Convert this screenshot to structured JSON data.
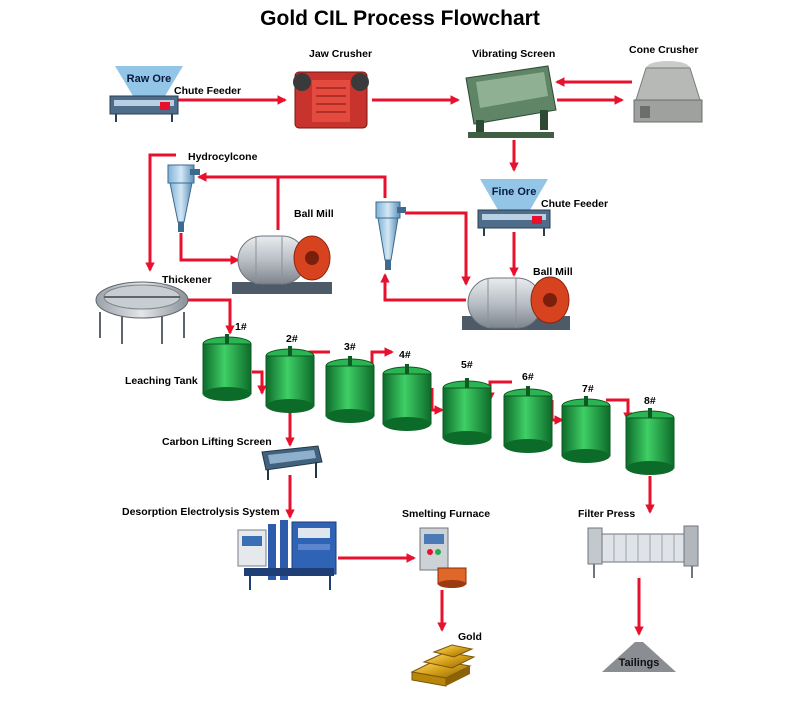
{
  "title": "Gold CIL Process Flowchart",
  "colors": {
    "flow_arrow": "#e8112d",
    "hopper": "#93c5e6",
    "tailings_pile": "#8a8d92",
    "leach_tank": "#1fa347",
    "gold": "#d7a21a"
  },
  "labels": {
    "raw_ore": "Raw Ore",
    "chute_feeder_1": "Chute Feeder",
    "jaw_crusher": "Jaw Crusher",
    "vibrating_screen": "Vibrating Screen",
    "cone_crusher": "Cone Crusher",
    "hydrocyclone": "Hydrocylcone",
    "ball_mill_1": "Ball Mill",
    "fine_ore": "Fine Ore",
    "chute_feeder_2": "Chute Feeder",
    "ball_mill_2": "Ball Mill",
    "thickener": "Thickener",
    "leaching_tank": "Leaching Tank",
    "carbon_lifting_screen": "Carbon Lifting Screen",
    "desorption": "Desorption Electrolysis System",
    "smelting_furnace": "Smelting Furnace",
    "filter_press": "Filter Press",
    "gold": "Gold",
    "tailings": "Tailings"
  },
  "tanks": [
    "1#",
    "2#",
    "3#",
    "4#",
    "5#",
    "6#",
    "7#",
    "8#"
  ]
}
